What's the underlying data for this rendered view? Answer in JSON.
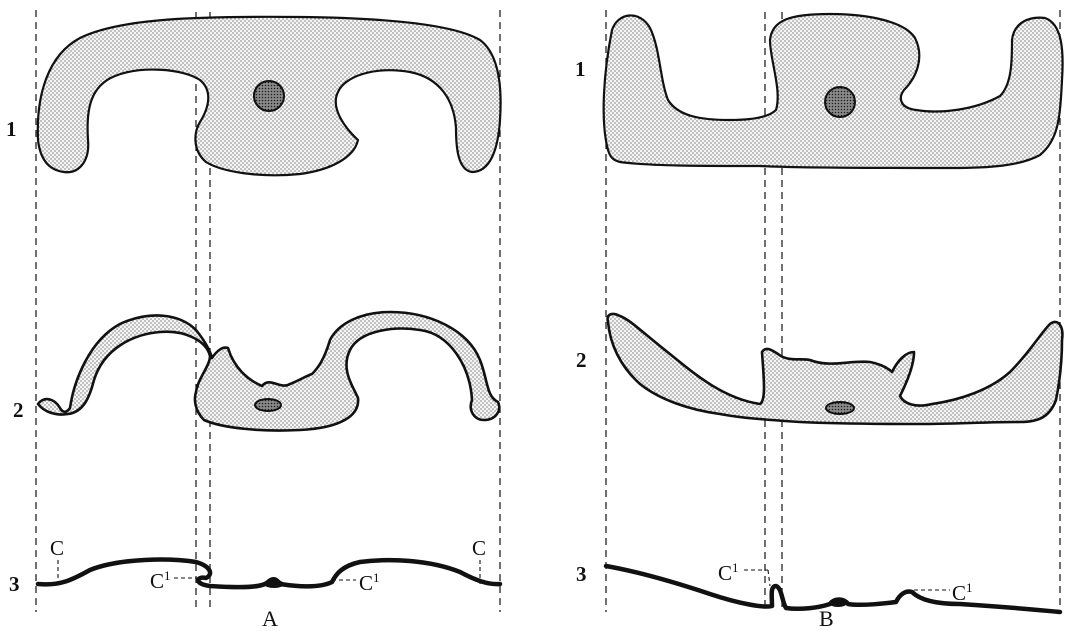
{
  "figure": {
    "panels": [
      {
        "id": "A",
        "label": "A"
      },
      {
        "id": "B",
        "label": "B"
      }
    ],
    "row_labels": [
      "1",
      "2",
      "3"
    ],
    "annotations": {
      "c": "C",
      "c1_base": "C",
      "c1_sup": "1"
    },
    "colors": {
      "ink": "#111111",
      "stipple_background": "#f4f4f4",
      "stipple_dot": "#444444"
    }
  }
}
